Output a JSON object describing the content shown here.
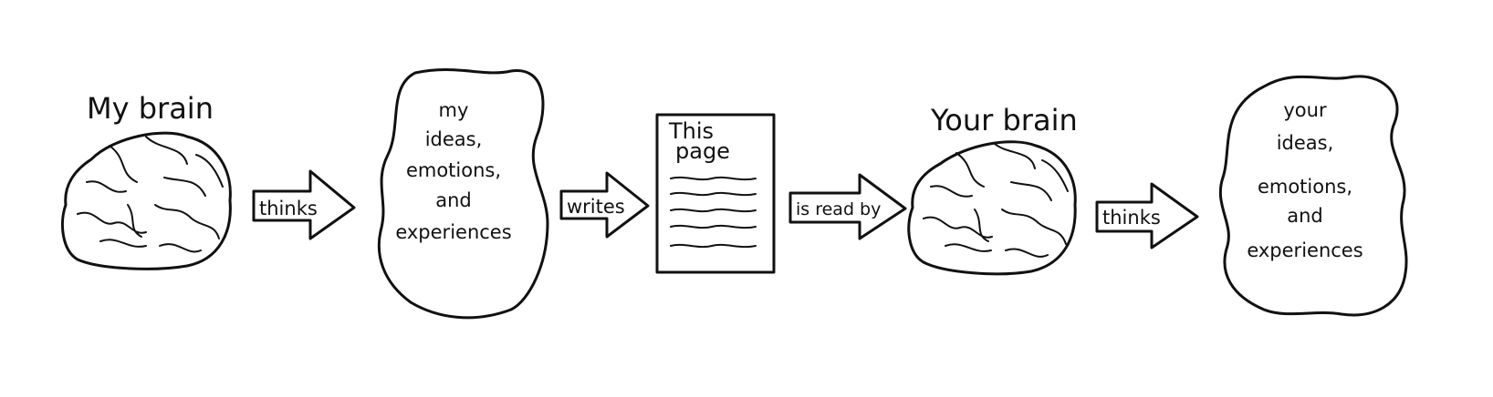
{
  "diagram": {
    "brain_left_label": "My brain",
    "brain_right_label": "Your brain",
    "cloud_left": {
      "lines": [
        "my",
        "ideas,",
        "emotions,",
        "and",
        "experiences"
      ]
    },
    "cloud_right": {
      "lines": [
        "your",
        "ideas,",
        "emotions,",
        "and",
        "experiences"
      ]
    },
    "page": {
      "title_lines": [
        "This",
        "page"
      ]
    },
    "arrows": {
      "thinks_1": "thinks",
      "writes": "writes",
      "is_read_by": "is read by",
      "thinks_2": "thinks"
    }
  },
  "colors": {
    "ink": "#111111",
    "background": "#ffffff"
  },
  "icons": [
    "brain-icon",
    "thought-cloud",
    "page-icon",
    "arrow-icon"
  ]
}
